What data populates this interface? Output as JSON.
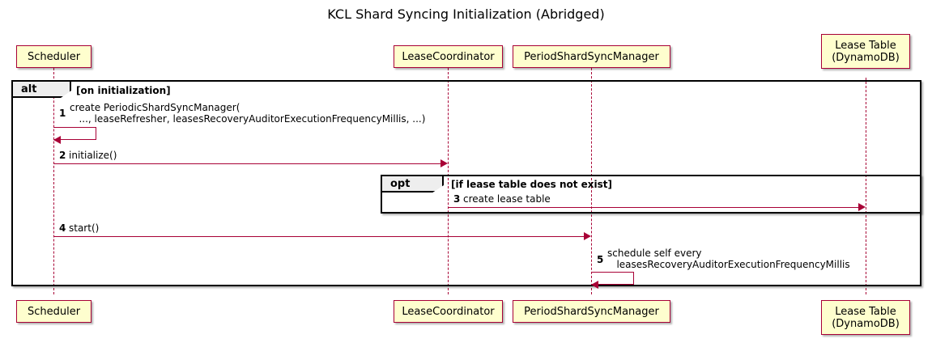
{
  "title": "KCL Shard Syncing Initialization (Abridged)",
  "participants": [
    {
      "id": "scheduler",
      "name": "Scheduler",
      "label": "Scheduler"
    },
    {
      "id": "leasecoord",
      "name": "LeaseCoordinator",
      "label": "LeaseCoordinator"
    },
    {
      "id": "psm",
      "name": "PeriodShardSyncManager",
      "label": "PeriodShardSyncManager"
    },
    {
      "id": "leasetable",
      "name": "Lease Table (DynamoDB)",
      "label": "Lease Table\n(DynamoDB)"
    }
  ],
  "fragments": [
    {
      "id": "alt",
      "keyword": "alt",
      "guard": "[on initialization]"
    },
    {
      "id": "opt",
      "keyword": "opt",
      "guard": "[if lease table does not exist]"
    }
  ],
  "messages": [
    {
      "num": "1",
      "text": "create PeriodicShardSyncManager(\n   ..., leaseRefresher, leasesRecoveryAuditorExecutionFrequencyMillis, ...)",
      "from": "Scheduler",
      "to": "Scheduler",
      "kind": "self"
    },
    {
      "num": "2",
      "text": "initialize()",
      "from": "Scheduler",
      "to": "LeaseCoordinator",
      "kind": "call"
    },
    {
      "num": "3",
      "text": "create lease table",
      "from": "LeaseCoordinator",
      "to": "Lease Table (DynamoDB)",
      "kind": "call"
    },
    {
      "num": "4",
      "text": "start()",
      "from": "Scheduler",
      "to": "PeriodShardSyncManager",
      "kind": "call"
    },
    {
      "num": "5",
      "text": "schedule self every\n   leasesRecoveryAuditorExecutionFrequencyMillis",
      "from": "PeriodShardSyncManager",
      "to": "PeriodShardSyncManager",
      "kind": "self"
    }
  ],
  "colors": {
    "participant_fill": "#FEFECE",
    "participant_border": "#A80036",
    "arrow": "#A80036",
    "fragment_border": "#000000",
    "fragment_tab_fill": "#EEEEEE",
    "background": "#FFFFFF",
    "text": "#000000"
  }
}
